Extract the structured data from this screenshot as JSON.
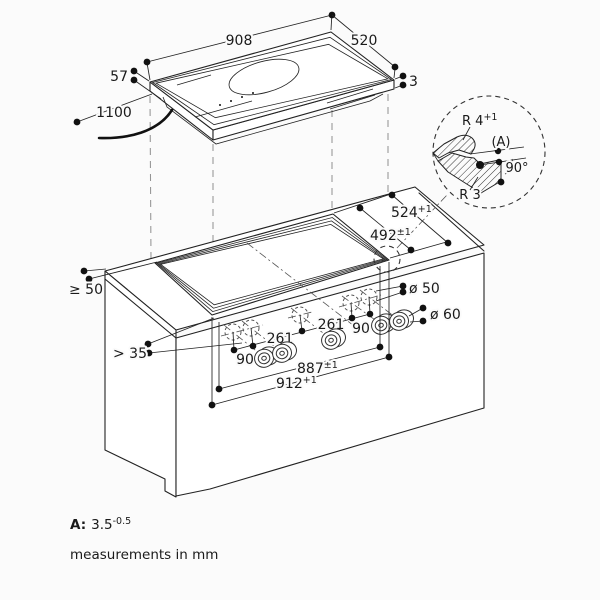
{
  "diagram": {
    "cooktop": {
      "width": "908",
      "depth": "520",
      "height": "57",
      "glass_edge": "3",
      "cable_length": "1100"
    },
    "detail_a": {
      "radius_top": "R 4",
      "radius_top_tol": "+1",
      "section_label": "(A)",
      "angle": "90°",
      "radius_bottom": "R 3"
    },
    "worktop_cutout": {
      "depth_outer": "524",
      "depth_outer_tol": "+1",
      "depth_inner": "492",
      "depth_inner_tol": "±1",
      "width_inner": "887",
      "width_inner_tol": "±1",
      "width_outer": "912",
      "width_outer_tol": "+1",
      "clearance_rear": "≥ 50",
      "clearance_front": "> 35"
    },
    "knob_holes": {
      "pair_spacing_left": "90",
      "group_spacing_left": "261",
      "group_spacing_right": "261",
      "pair_spacing_right": "90",
      "hole_diameter": "ø 50",
      "knob_diameter": "ø 60"
    },
    "footnotes": {
      "a_key": "A:",
      "a_value": "3.5",
      "a_tolerance": "-0.5",
      "units_note": "measurements in mm"
    }
  }
}
